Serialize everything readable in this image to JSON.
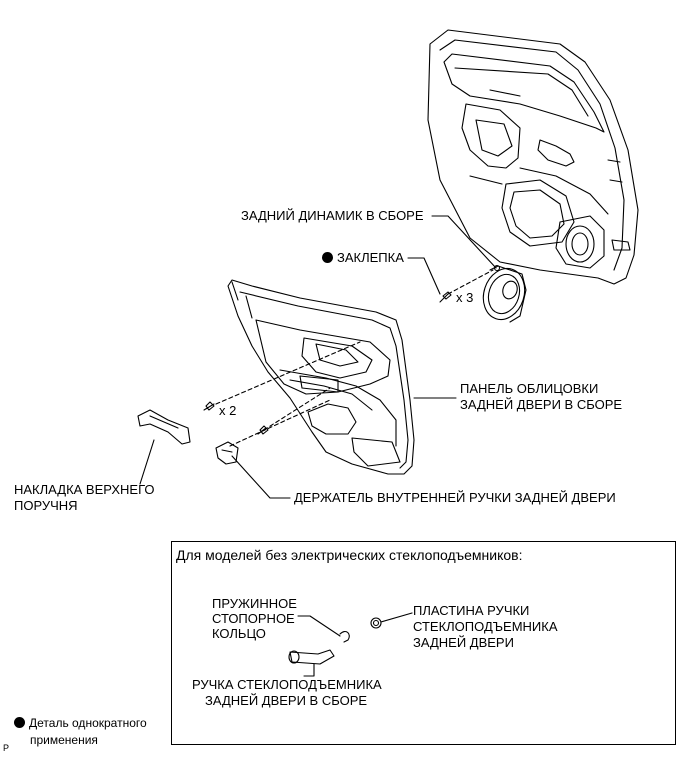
{
  "labels": {
    "speaker": "ЗАДНИЙ ДИНАМИК В СБОРЕ",
    "rivet": "ЗАКЛЕПКА",
    "qty3": "x 3",
    "qty2": "x 2",
    "panel_line1": "ПАНЕЛЬ ОБЛИЦОВКИ",
    "panel_line2": "ЗАДНЕЙ ДВЕРИ В СБОРЕ",
    "grip_line1": "НАКЛАДКА ВЕРХНЕГО",
    "grip_line2": "ПОРУЧНЯ",
    "holder": "ДЕРЖАТЕЛЬ ВНУТРЕННЕЙ РУЧКИ ЗАДНЕЙ ДВЕРИ"
  },
  "inset": {
    "title": "Для моделей без электрических стеклоподъемников:",
    "snap_ring_line1": "ПРУЖИННОЕ",
    "snap_ring_line2": "СТОПОРНОЕ",
    "snap_ring_line3": "КОЛЬЦО",
    "plate_line1": "ПЛАСТИНА РУЧКИ",
    "plate_line2": "СТЕКЛОПОДЪЕМНИКА",
    "plate_line3": "ЗАДНЕЙ ДВЕРИ",
    "handle_line1": "РУЧКА СТЕКЛОПОДЪЕМНИКА",
    "handle_line2": "ЗАДНЕЙ ДВЕРИ В СБОРЕ"
  },
  "legend": {
    "line1": "Деталь однократного",
    "line2": "применения"
  },
  "corner_mark": "P"
}
